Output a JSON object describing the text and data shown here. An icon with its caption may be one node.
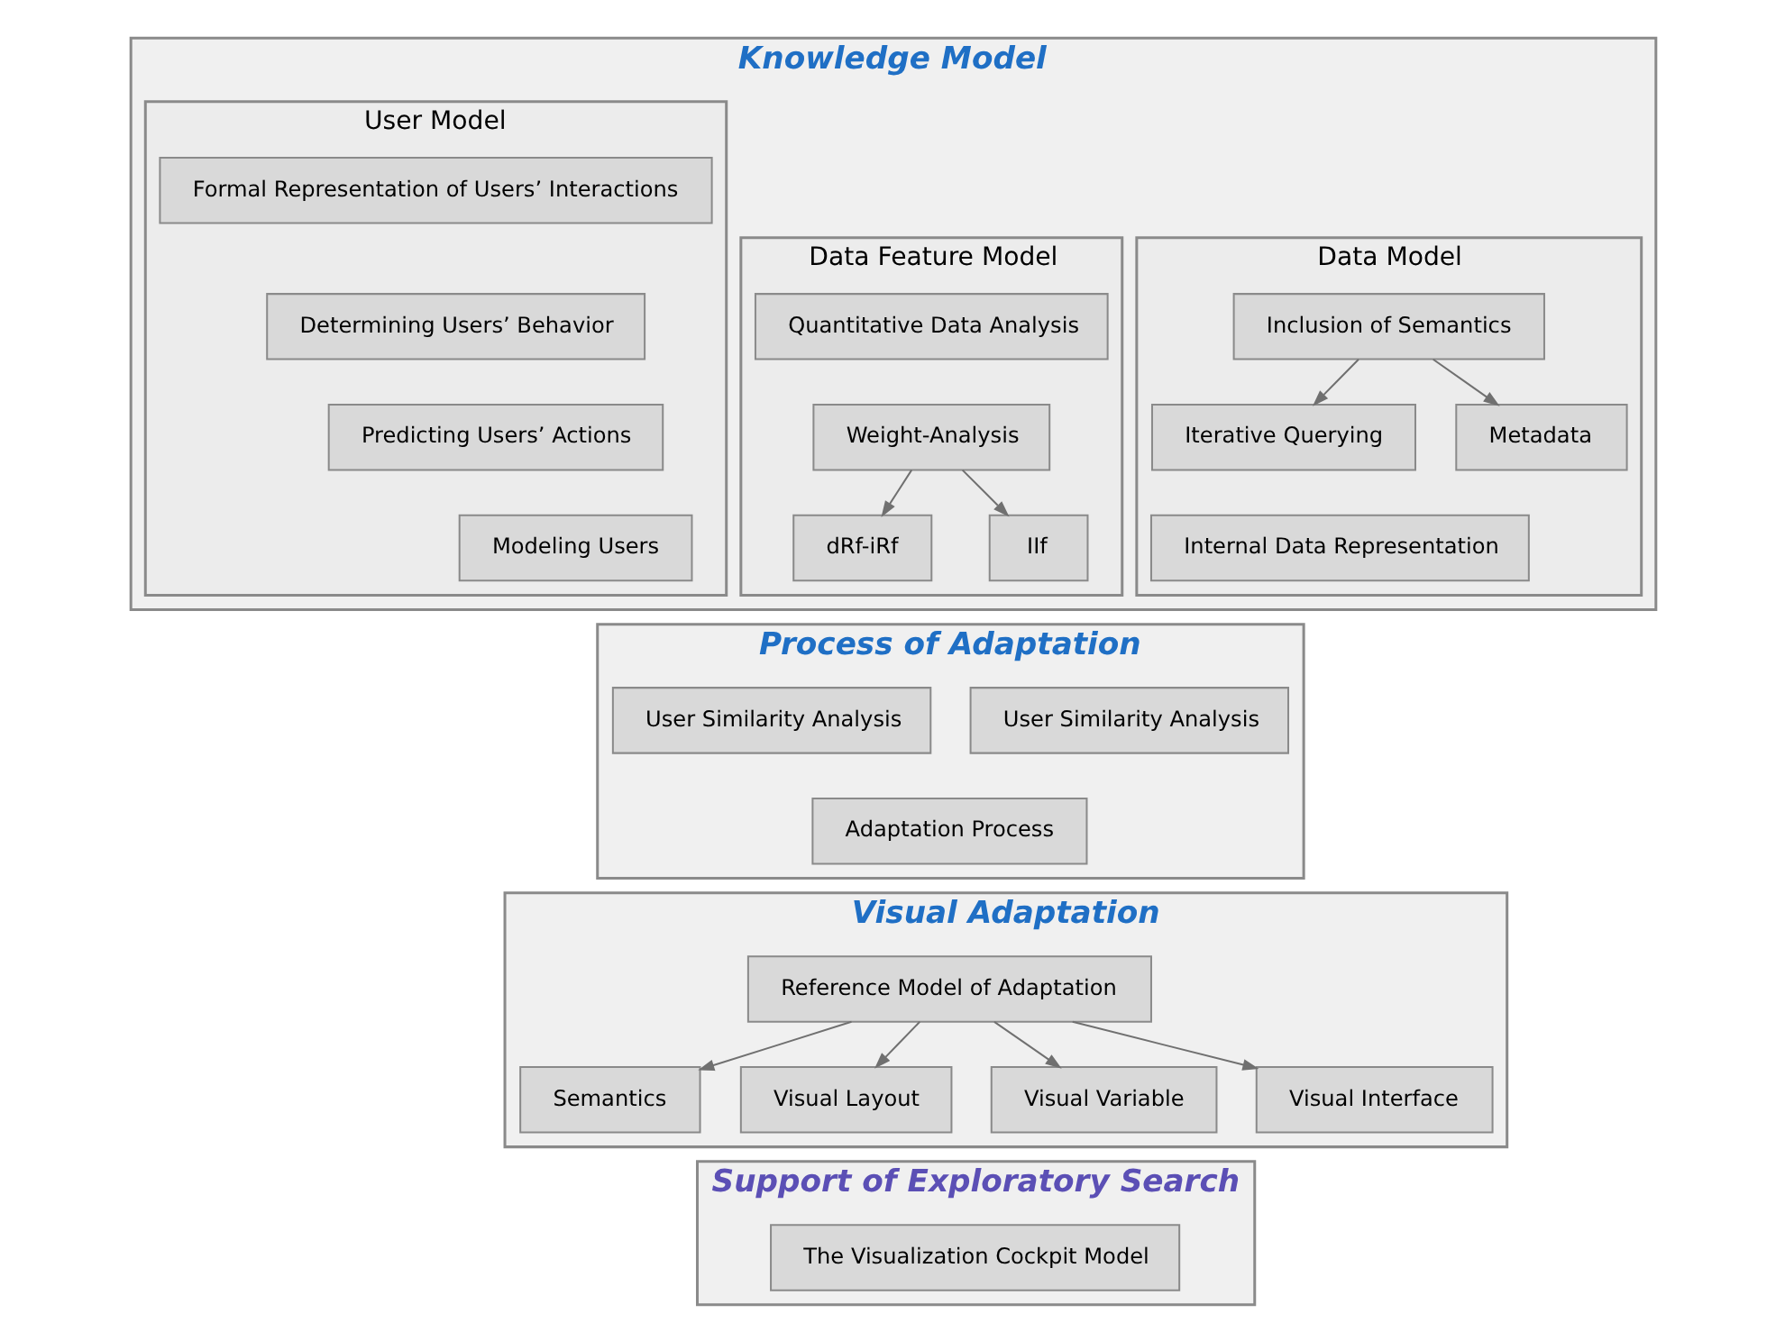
{
  "diagram": {
    "nodes": [
      {
        "text": [
          "Knowledge Model"
        ]
      },
      {
        "text": [
          "Data Model"
        ],
        "in": 0
      },
      {
        "text": [
          "Inclusion of Semantics"
        ],
        "in": 1
      },
      {
        "text": [
          "Iterative Querying"
        ],
        "in": 1
      },
      {
        "text": [
          "Metadata"
        ],
        "in": 1
      },
      {
        "text": [
          "Internal Data Representation"
        ],
        "in": 1
      },
      {
        "text": [
          "Data Feature Model"
        ],
        "in": 0
      },
      {
        "text": [
          "Quantitative Data Analysis"
        ],
        "in": 6
      },
      {
        "text": [
          "Weight-Analysis"
        ],
        "in": 6
      },
      {
        "text": [
          "IIf"
        ],
        "in": 6
      },
      {
        "text": [
          "dRf-iRf"
        ],
        "in": 6
      },
      {
        "text": [
          "User Model"
        ],
        "in": 0
      },
      {
        "text": [
          "Formal Representation of Users’ Interactions"
        ],
        "in": 11
      },
      {
        "text": [
          "Determining Users’ Behavior"
        ],
        "in": 11
      },
      {
        "text": [
          "Predicting Users’ Actions"
        ],
        "in": 11
      },
      {
        "text": [
          "Modeling Users"
        ],
        "in": 11
      },
      {
        "text": [
          "Process of Adaptation"
        ]
      },
      {
        "text": [
          "User Similarity Analysis"
        ],
        "in": 16
      },
      {
        "text": [
          "User Similarity Analysis"
        ],
        "in": 16
      },
      {
        "text": [
          "Adaptation Process"
        ],
        "in": 16
      },
      {
        "text": [
          "Visual Adaptation"
        ]
      },
      {
        "text": [
          "Reference Model of Adaptation"
        ],
        "in": 20
      },
      {
        "text": [
          "Semantics"
        ],
        "in": 20
      },
      {
        "text": [
          "Visual Layout"
        ],
        "in": 20
      },
      {
        "text": [
          "Visual Variable"
        ],
        "in": 20
      },
      {
        "text": [
          "Visual Interface"
        ],
        "in": 20
      },
      {
        "text": [
          "Support of Exploratory Search"
        ]
      },
      {
        "text": [
          "The Visualization Cockpit Model"
        ],
        "in": 26
      }
    ],
    "edges": [
      {
        "from": 2,
        "to": 3,
        "arrow": "to"
      },
      {
        "from": 2,
        "to": 4,
        "arrow": "to"
      },
      {
        "from": 8,
        "to": 9,
        "arrow": "to"
      },
      {
        "from": 8,
        "to": 10,
        "arrow": "to"
      },
      {
        "from": 21,
        "to": 22,
        "arrow": "to"
      },
      {
        "from": 21,
        "to": 23,
        "arrow": "to"
      },
      {
        "from": 21,
        "to": 24,
        "arrow": "to"
      },
      {
        "from": 21,
        "to": 25,
        "arrow": "to"
      }
    ]
  }
}
